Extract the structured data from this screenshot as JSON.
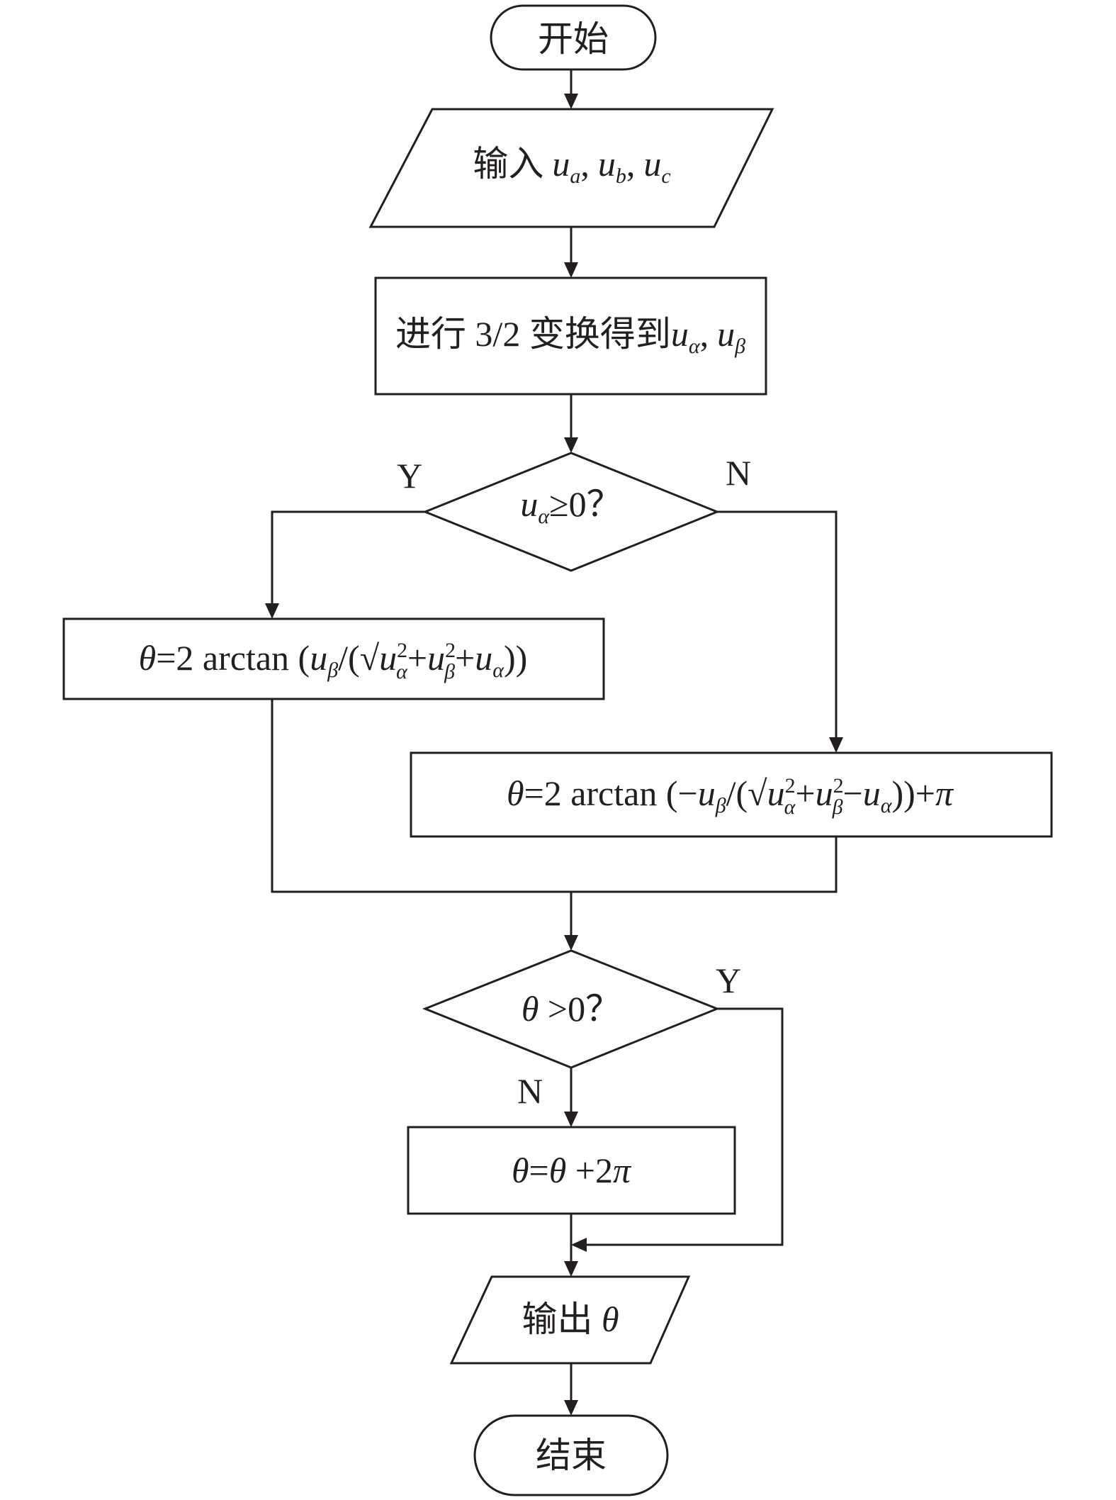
{
  "flowchart": {
    "start": "开始",
    "input": {
      "prefix": "输入",
      "u": "u",
      "sub_a": "a",
      "sub_b": "b",
      "sub_c": "c",
      "sep": ","
    },
    "transform": {
      "prefix": "进行 3/2 变换得到",
      "u": "u",
      "sub_alpha": "α",
      "sub_beta": "β",
      "sep": ","
    },
    "decision1": {
      "u": "u",
      "sub": "α",
      "rest": "≥0？"
    },
    "branch_y1": "Y",
    "branch_n1": "N",
    "calc_yes": {
      "theta": "θ",
      "eq": "=2 arctan (",
      "u": "u",
      "sub_beta": "β",
      "open": "/(√",
      "sup2": "2",
      "sub_alpha": "α",
      "plus": "+",
      "close": "))"
    },
    "calc_no": {
      "theta": "θ",
      "eq": "=2 arctan (−",
      "u": "u",
      "sub_beta": "β",
      "open": "/(√",
      "sup2": "2",
      "sub_alpha": "α",
      "plus": "+",
      "minus": "−",
      "close": "))+",
      "pi": "π"
    },
    "decision2": {
      "theta": "θ",
      "rest": " >0？"
    },
    "branch_y2": "Y",
    "branch_n2": "N",
    "update": {
      "theta": "θ",
      "eq": "=",
      "plus": " +2",
      "pi": "π"
    },
    "output": {
      "prefix": "输出 ",
      "theta": "θ"
    },
    "end": "结束"
  },
  "colors": {
    "stroke": "#231f20",
    "background": "#ffffff"
  }
}
